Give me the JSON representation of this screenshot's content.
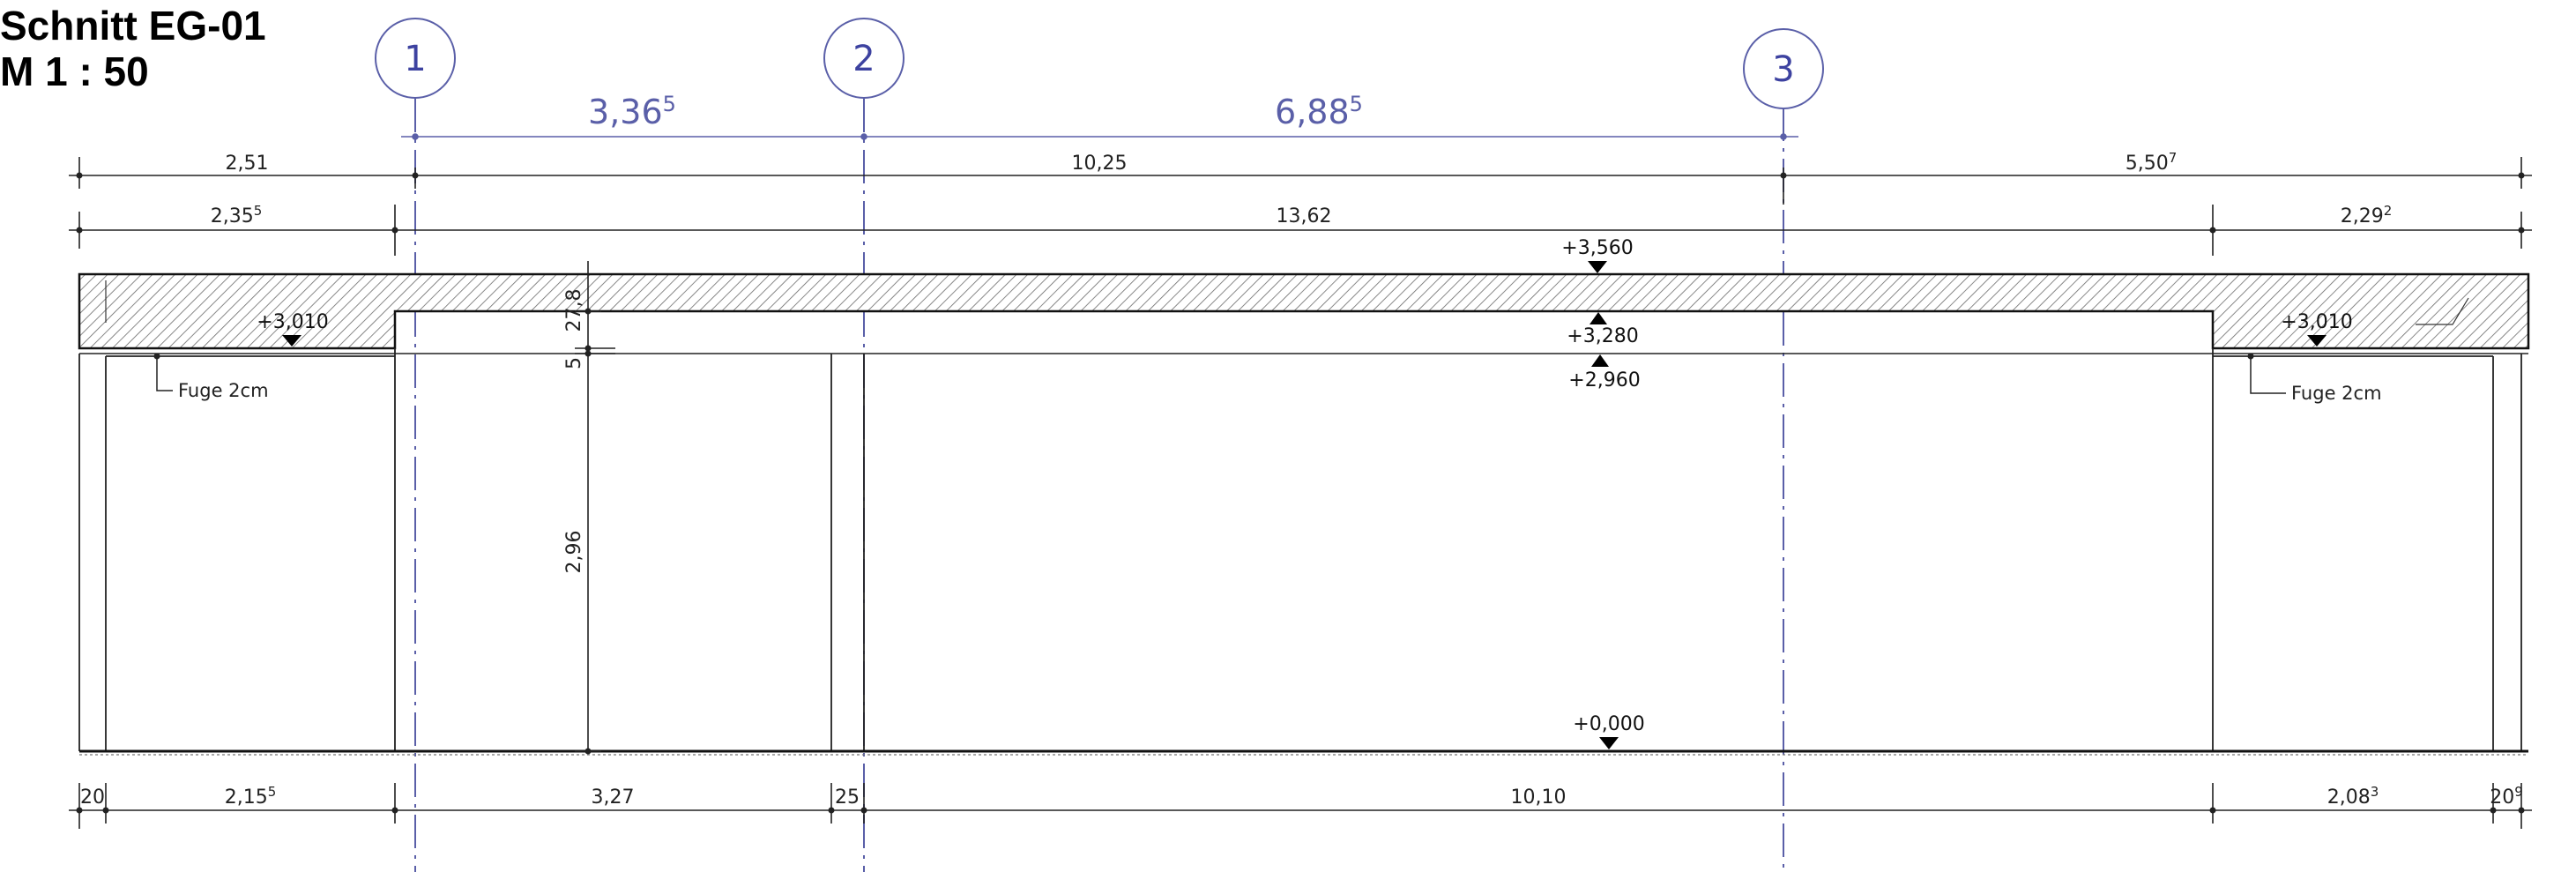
{
  "title": {
    "line1": "Schnitt EG-01",
    "line2": "M  1 : 50"
  },
  "grid_axes": [
    {
      "label": "1"
    },
    {
      "label": "2"
    },
    {
      "label": "3"
    }
  ],
  "axis_spacing": [
    {
      "base": "3,36",
      "sup": "5"
    },
    {
      "base": "6,88",
      "sup": "5"
    }
  ],
  "dimensions": {
    "row1": [
      {
        "base": "2,51",
        "sup": ""
      },
      {
        "base": "10,25",
        "sup": ""
      },
      {
        "base": "5,50",
        "sup": "7"
      }
    ],
    "row2": [
      {
        "base": "2,35",
        "sup": "5"
      },
      {
        "base": "13,62",
        "sup": ""
      },
      {
        "base": "2,29",
        "sup": "2"
      }
    ],
    "bottom": [
      {
        "base": "20",
        "sup": ""
      },
      {
        "base": "2,15",
        "sup": "5"
      },
      {
        "base": "3,27",
        "sup": ""
      },
      {
        "base": "25",
        "sup": ""
      },
      {
        "base": "10,10",
        "sup": ""
      },
      {
        "base": "2,08",
        "sup": "3"
      },
      {
        "base": "20",
        "sup": "9"
      }
    ],
    "vertical": [
      {
        "base": "27,8",
        "sup": ""
      },
      {
        "base": "5",
        "sup": ""
      },
      {
        "base": "2,96",
        "sup": ""
      }
    ]
  },
  "elevations": {
    "top_of_slab": "+3,560",
    "underside_slab": "+3,280",
    "underside_beam": "+2,960",
    "floor": "+0,000",
    "left_recess": "+3,010",
    "right_recess": "+3,010"
  },
  "notes": {
    "left_joint": "Fuge  2cm",
    "right_joint": "Fuge  2cm"
  },
  "colors": {
    "axis": "#5a5fa8",
    "axis_label": "#3d42a0",
    "line": "#222222",
    "hatch": "#555555"
  }
}
